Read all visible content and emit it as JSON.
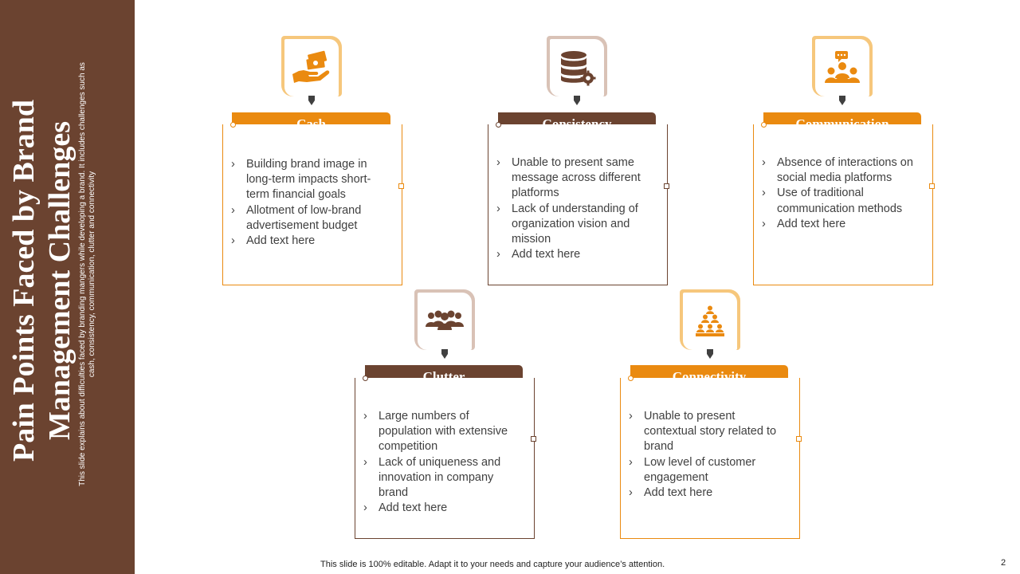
{
  "title": "Pain Points Faced by Brand Management Challenges",
  "subtitle": "This slide explains about difficulties faced by branding mangers while developing a brand. It includes challenges such as cash, consistency, communication, clutter and connectivity",
  "colors": {
    "sidebar": "#6b4330",
    "orange": "#ea8a10",
    "brown": "#6b4330",
    "orange_light": "#f6c77c",
    "brown_light": "#d9c2b6"
  },
  "cards": [
    {
      "header": "Cash",
      "icon": "money-hand-icon",
      "points": [
        "Building brand image in long-term impacts short-term financial goals",
        "Allotment of low-brand advertisement budget",
        "Add text here"
      ]
    },
    {
      "header": "Consistency",
      "icon": "database-gear-icon",
      "points": [
        "Unable to present same message across different platforms",
        "Lack of understanding of organization vision and mission",
        "Add text here"
      ]
    },
    {
      "header": "Communication",
      "icon": "group-chat-icon",
      "points": [
        "Absence of interactions on social media platforms",
        "Use of traditional communication methods",
        "Add text here"
      ]
    },
    {
      "header": "Clutter",
      "icon": "crowd-icon",
      "points": [
        "Large numbers of population with extensive competition",
        "Lack of uniqueness and innovation in company brand",
        "Add text here"
      ]
    },
    {
      "header": "Connectivity",
      "icon": "people-pyramid-icon",
      "points": [
        "Unable to present contextual story related to brand",
        "Low level of customer engagement",
        "Add text here"
      ]
    }
  ],
  "footer": "This slide is 100% editable. Adapt it to your needs and capture your audience’s attention.",
  "page_number": "2"
}
